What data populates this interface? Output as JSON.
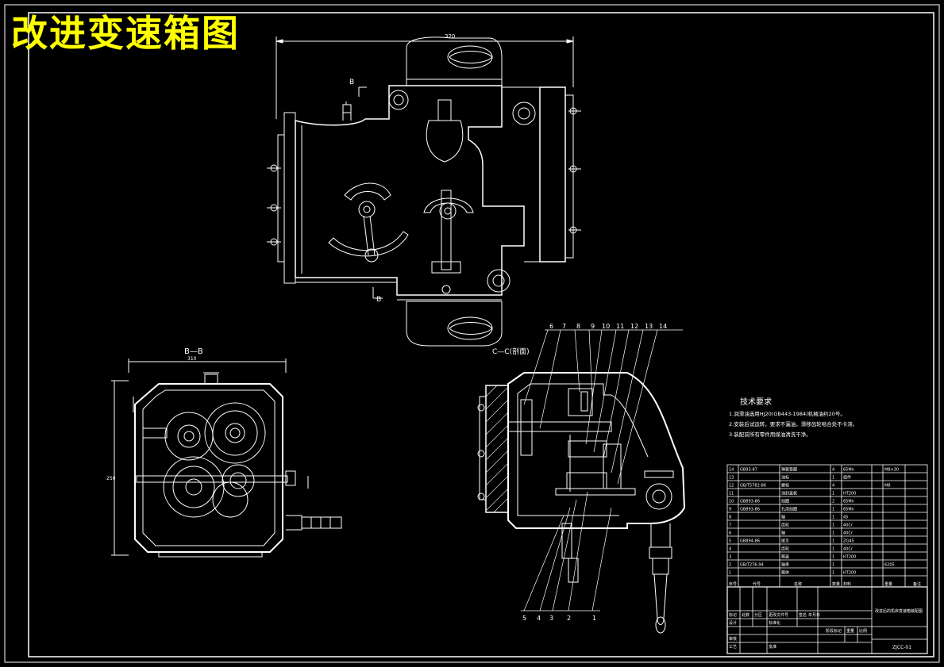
{
  "title": "改进变速箱图",
  "top_view": {
    "section_label_top": "B",
    "section_label_bottom": "B",
    "width_dimension": "320"
  },
  "section_bb": {
    "label": "B—B",
    "width_dimension": "310",
    "height_dimension": "250"
  },
  "section_cc": {
    "label": "C—C(剖面)",
    "callouts_top": [
      "6",
      "7",
      "8",
      "9",
      "10",
      "11",
      "12",
      "13",
      "14"
    ],
    "callouts_bottom": [
      "5",
      "4",
      "3",
      "2",
      "1"
    ]
  },
  "tech_requirements": {
    "heading": "技术要求",
    "items": [
      "1.润滑油选用HJ20(GB443-1984)机械油约20号。",
      "2.安装后试运转，要求不漏油，滑移齿轮啮合处不卡滞。",
      "3.装配前所有零件用煤油清洗干净。"
    ]
  },
  "parts_list": {
    "rows": [
      {
        "no": "14",
        "code": "GB93-87",
        "name": "弹簧垫圈",
        "qty": "4",
        "mat": "65Mn",
        "note": "M8×30"
      },
      {
        "no": "13",
        "code": "",
        "name": "油标",
        "qty": "1",
        "mat": "组件",
        "note": ""
      },
      {
        "no": "12",
        "code": "GB/T5782-86",
        "name": "螺栓",
        "qty": "4",
        "mat": "",
        "note": "M8"
      },
      {
        "no": "11",
        "code": "",
        "name": "油封盖板",
        "qty": "1",
        "mat": "HT200",
        "note": ""
      },
      {
        "no": "10",
        "code": "GB893-86",
        "name": "挡圈",
        "qty": "2",
        "mat": "65Mn",
        "note": ""
      },
      {
        "no": "9",
        "code": "GB893-86",
        "name": "孔用挡圈",
        "qty": "1",
        "mat": "65Mn",
        "note": ""
      },
      {
        "no": "8",
        "code": "",
        "name": "轴",
        "qty": "1",
        "mat": "45",
        "note": ""
      },
      {
        "no": "7",
        "code": "",
        "name": "齿轮",
        "qty": "1",
        "mat": "40Cr",
        "note": ""
      },
      {
        "no": "6",
        "code": "",
        "name": "轴",
        "qty": "1",
        "mat": "40Cr",
        "note": ""
      },
      {
        "no": "5",
        "code": "GB894-86",
        "name": "拨叉",
        "qty": "1",
        "mat": "ZG45",
        "note": ""
      },
      {
        "no": "4",
        "code": "",
        "name": "齿轮",
        "qty": "1",
        "mat": "40Cr",
        "note": ""
      },
      {
        "no": "3",
        "code": "",
        "name": "箱盖",
        "qty": "1",
        "mat": "HT200",
        "note": ""
      },
      {
        "no": "2",
        "code": "GB/T276-94",
        "name": "轴承",
        "qty": "1",
        "mat": "",
        "note": "6205"
      },
      {
        "no": "1",
        "code": "",
        "name": "箱体",
        "qty": "1",
        "mat": "HT200",
        "note": ""
      }
    ],
    "header": [
      "序号",
      "代号",
      "名称",
      "数量",
      "材料",
      "重量",
      "备注"
    ]
  },
  "title_block": {
    "drawing_name": "改进后的机床变速箱装配图",
    "drawing_number": "ZJCC-01",
    "labels": [
      "标记",
      "处数",
      "分区",
      "更改文件号",
      "签名",
      "年月日",
      "设计",
      "标准化",
      "审核",
      "工艺",
      "批准",
      "阶段标记",
      "重量",
      "比例"
    ]
  },
  "colors": {
    "background": "#000000",
    "line": "#ffffff",
    "title": "#ffff00",
    "text": "#ffffff"
  }
}
